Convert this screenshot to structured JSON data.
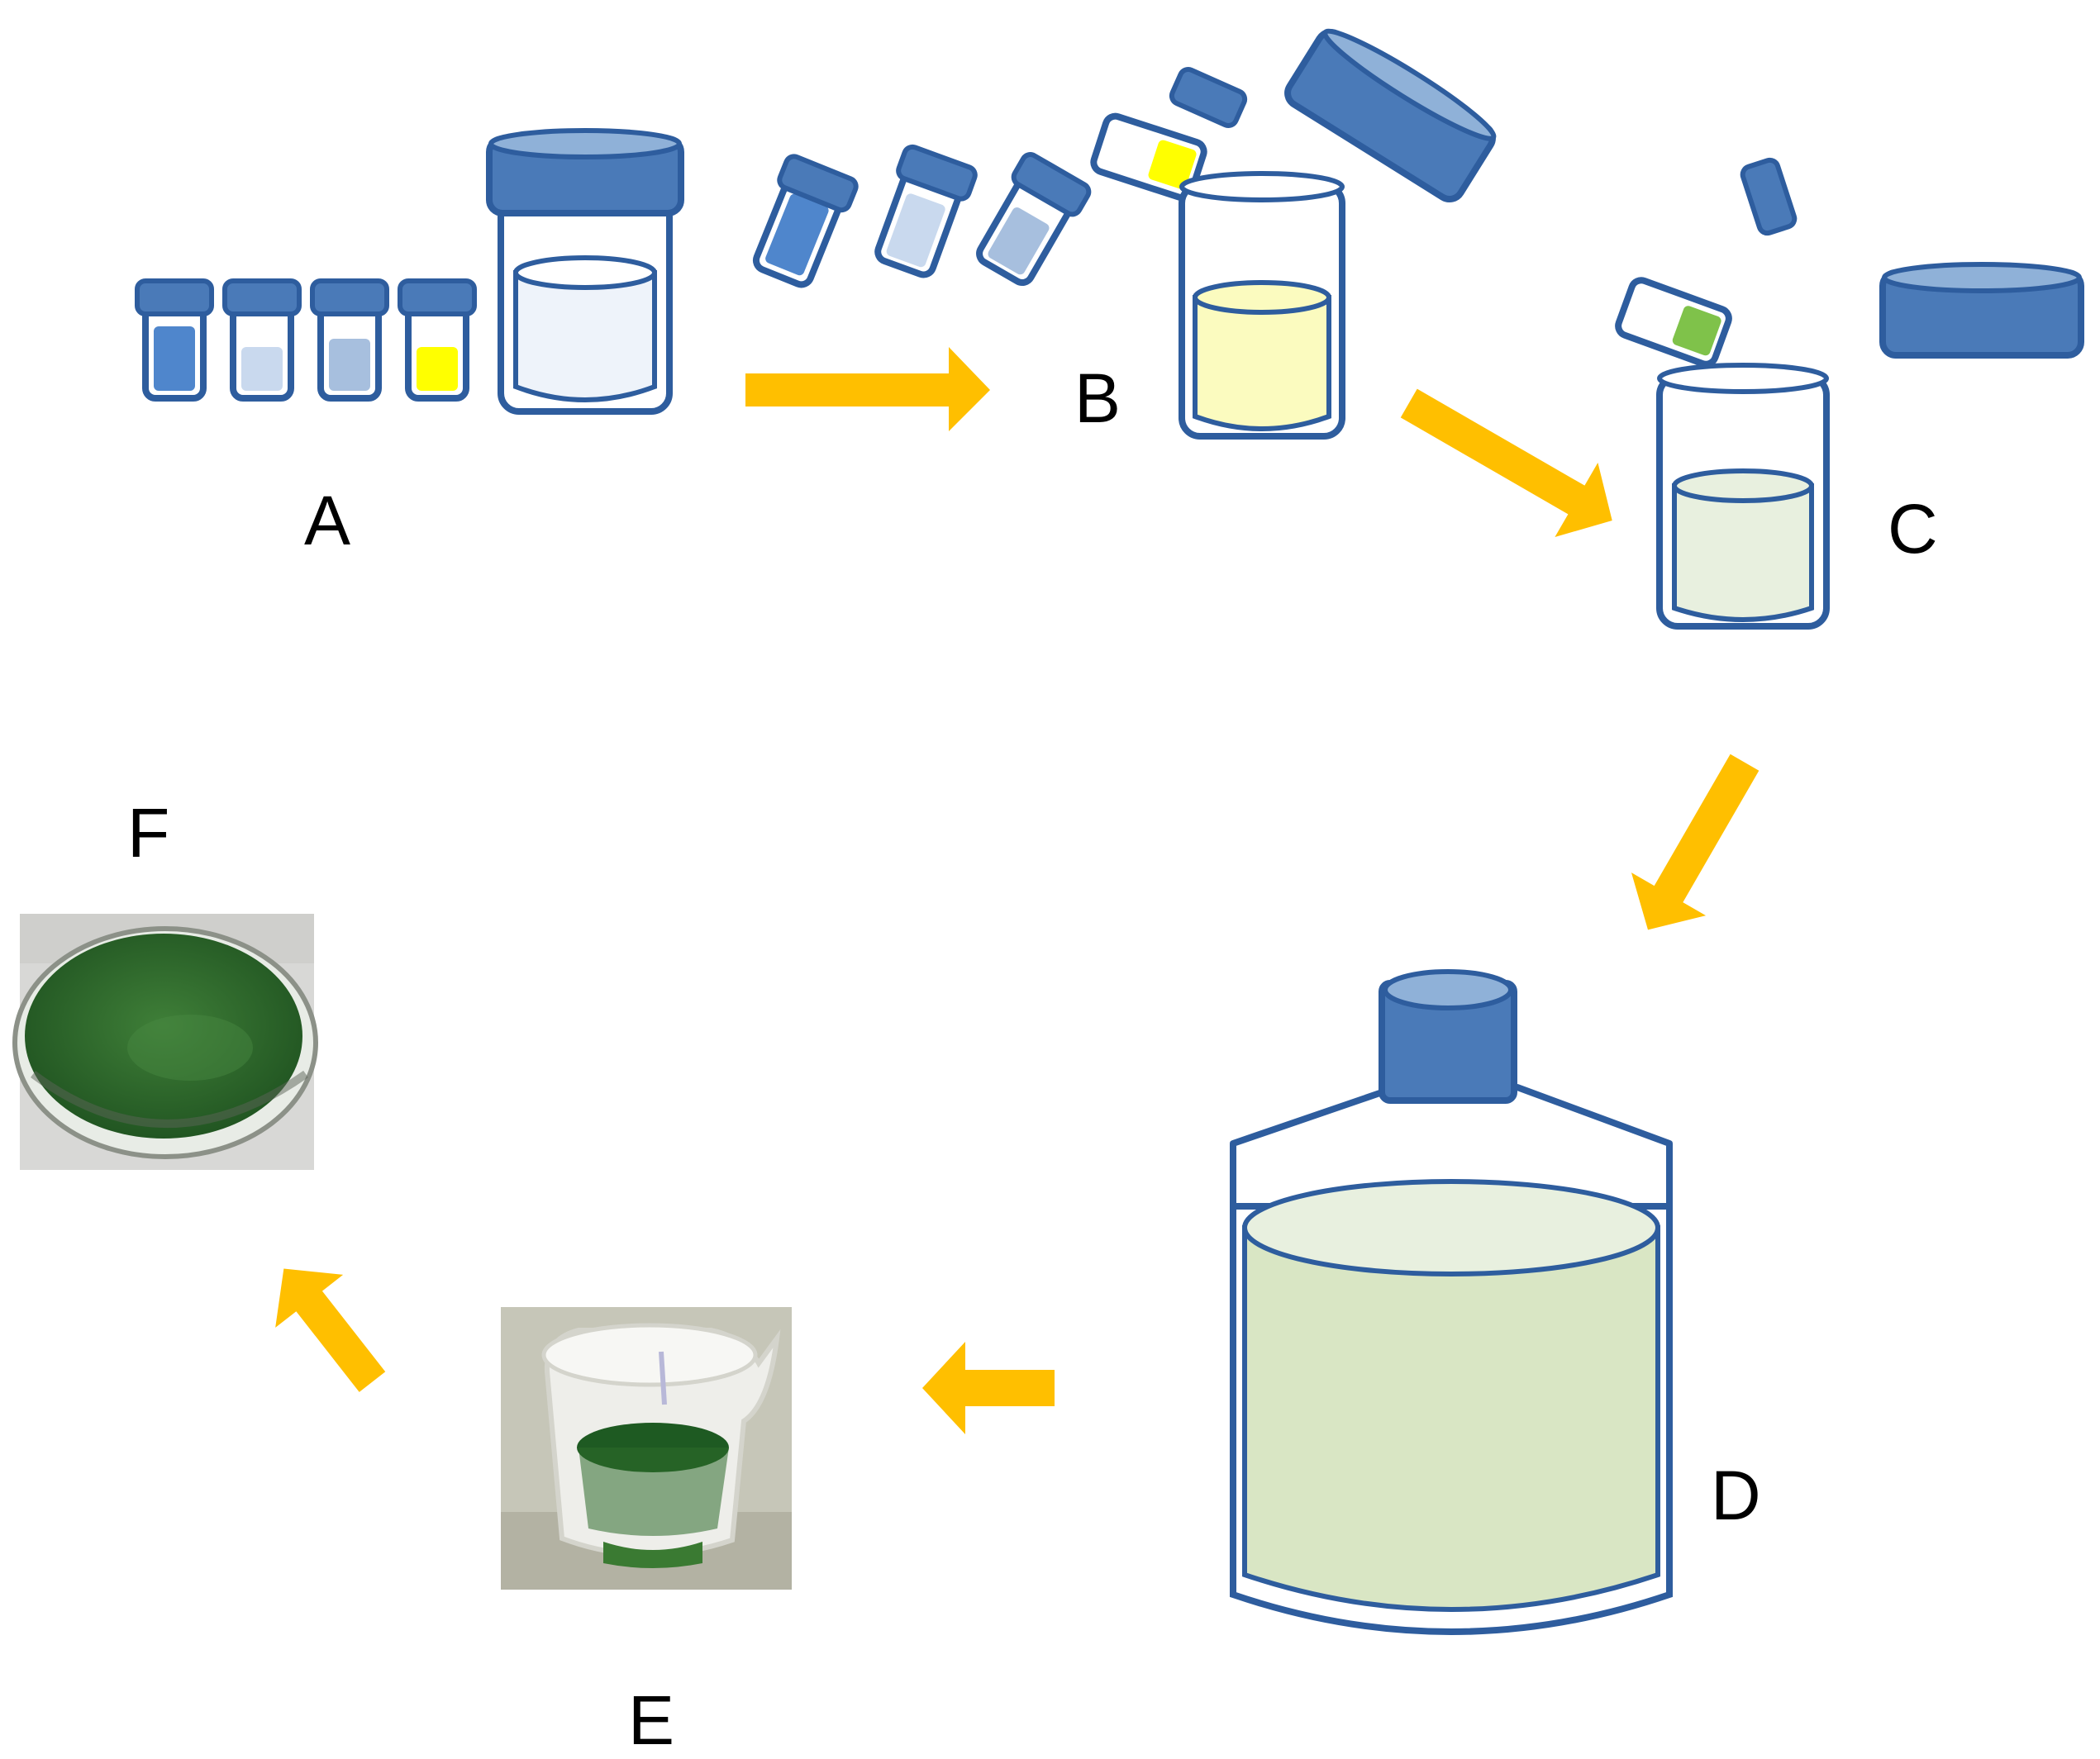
{
  "labels": {
    "a": "A",
    "b": "B",
    "c": "C",
    "d": "D",
    "e": "E",
    "f": "F"
  },
  "colors": {
    "cap": "#4a7ab8",
    "cap_light": "#8fb1d8",
    "outline": "#2e5d9e",
    "arrow": "#ffbf00",
    "vial_blue": "#4f86cc",
    "vial_pale": "#c9d9ee",
    "vial_mid": "#a7bfde",
    "vial_yellow": "#ffff00",
    "vial_green": "#7fc24a",
    "liquid_clear": "#eef3fa",
    "liquid_yellow": "#fbfbbf",
    "liquid_palegreen": "#e8f0df",
    "liquid_green": "#d9e6c4",
    "algae_green": "#2e6b2a"
  },
  "steps": [
    "A",
    "B",
    "C",
    "D",
    "E",
    "F"
  ],
  "icons": {
    "vial": "vial-icon",
    "jar": "jar-icon",
    "bottle": "carboy-icon",
    "arrow": "arrow-icon",
    "beaker_photo": "beaker-photo",
    "dish_photo": "petri-dish-photo"
  }
}
